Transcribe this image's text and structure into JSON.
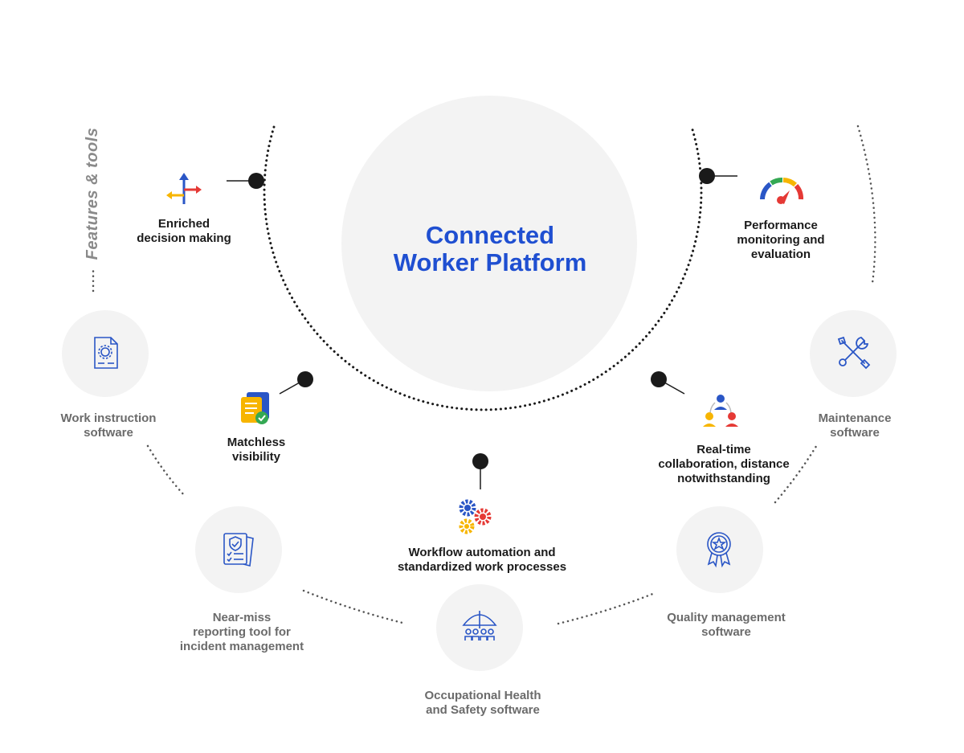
{
  "section_label": "Features & tools",
  "center": {
    "line1": "Connected",
    "line2": "Worker Platform"
  },
  "features": {
    "decision": {
      "lines": [
        "Enriched",
        "decision making"
      ],
      "icon": "direction-arrows-icon"
    },
    "performance": {
      "lines": [
        "Performance",
        "monitoring and",
        "evaluation"
      ],
      "icon": "gauge-icon"
    },
    "visibility": {
      "lines": [
        "Matchless",
        "visibility"
      ],
      "icon": "documents-check-icon"
    },
    "collaboration": {
      "lines": [
        "Real-time",
        "collaboration, distance",
        "notwithstanding"
      ],
      "icon": "people-network-icon"
    },
    "workflow": {
      "lines": [
        "Workflow automation and",
        "standardized work processes"
      ],
      "icon": "gears-icon"
    }
  },
  "tools": {
    "work_instruction": {
      "lines": [
        "Work instruction",
        "software"
      ],
      "icon": "document-gear-icon"
    },
    "maintenance": {
      "lines": [
        "Maintenance",
        "software"
      ],
      "icon": "wrench-screwdriver-icon"
    },
    "near_miss": {
      "lines": [
        "Near-miss",
        "reporting tool for",
        "incident management"
      ],
      "icon": "checklist-shield-icon"
    },
    "ohs": {
      "lines": [
        "Occupational Health",
        "and Safety software"
      ],
      "icon": "umbrella-people-icon"
    },
    "quality": {
      "lines": [
        "Quality management",
        "software"
      ],
      "icon": "award-badge-icon"
    }
  },
  "colors": {
    "accent_blue": "#1f4fd1",
    "icon_blue": "#2a56c6",
    "red": "#e53935",
    "yellow": "#f7b500",
    "green": "#34a853",
    "dot": "#1a1a1a",
    "circle_bg": "#f3f3f3",
    "tool_text": "#6b6b6b"
  }
}
